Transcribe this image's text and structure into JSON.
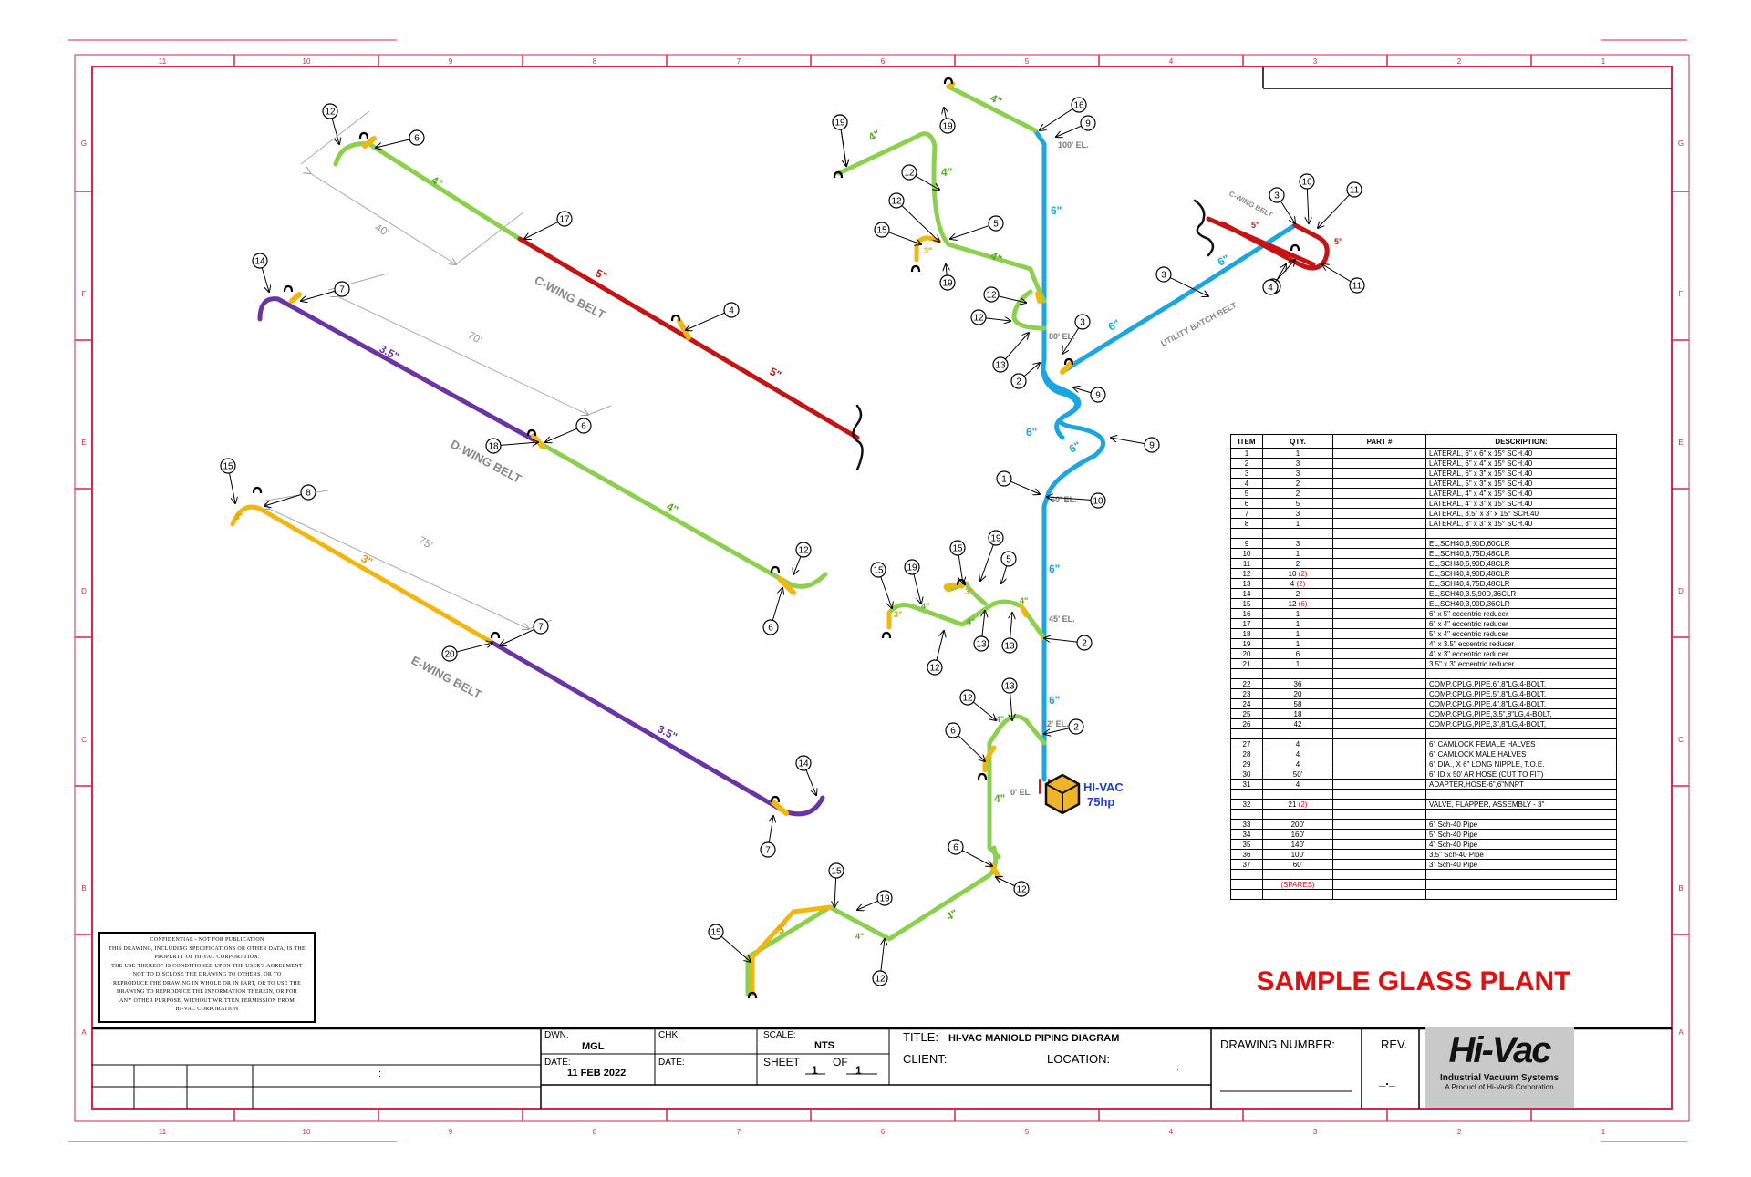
{
  "grid_numbers": [
    "11",
    "10",
    "9",
    "8",
    "7",
    "6",
    "5",
    "4",
    "3",
    "2",
    "1"
  ],
  "grid_letters": [
    "G",
    "F",
    "E",
    "D",
    "C",
    "B",
    "A"
  ],
  "belts": {
    "c_wing": "C-WING BELT",
    "d_wing": "D-WING BELT",
    "e_wing": "E-WING BELT",
    "c_wing_small": "C-WING BELT",
    "utility_batch": "UTILITY BATCH BELT"
  },
  "dimensions": {
    "d40": "40'",
    "d70": "70'",
    "d75": "75'"
  },
  "elevations": {
    "e100": "100' EL.",
    "e80": "80' EL.",
    "e60": "60' EL.",
    "e45": "45' EL.",
    "e12": "12' EL.",
    "e0": "0' EL."
  },
  "sizes": {
    "s6": "6\"",
    "s5": "5\"",
    "s4": "4\"",
    "s35": "3.5\"",
    "s3": "3\""
  },
  "colors": {
    "pipe_6": "#1aa6e0",
    "pipe_5": "#c41414",
    "pipe_4": "#8dcf4e",
    "pipe_35": "#6a35a3",
    "pipe_3": "#f2b70f",
    "border": "#d6274c",
    "title_red": "#e01010",
    "vacuum_blue": "#1f3fd6",
    "vacuum_gold": "#f0b429"
  },
  "vacuum": {
    "name": "HI-VAC",
    "power": "75hp"
  },
  "callouts": [
    "1",
    "2",
    "3",
    "4",
    "5",
    "6",
    "7",
    "8",
    "9",
    "10",
    "11",
    "12",
    "13",
    "14",
    "15",
    "16",
    "17",
    "18",
    "19",
    "20"
  ],
  "table": {
    "headers": [
      "ITEM",
      "QTY.",
      "PART #",
      "DESCRIPTION:"
    ],
    "rows": [
      [
        "1",
        "1",
        "",
        "LATERAL, 6\" x 6\" x 15° SCH.40"
      ],
      [
        "2",
        "3",
        "",
        "LATERAL, 6\" x 4\" x 15° SCH.40"
      ],
      [
        "3",
        "3",
        "",
        "LATERAL, 6\" x 3\" x 15° SCH.40"
      ],
      [
        "4",
        "2",
        "",
        "LATERAL, 5\" x 3\" x 15° SCH.40"
      ],
      [
        "5",
        "2",
        "",
        "LATERAL, 4\" x 4\" x 15° SCH.40"
      ],
      [
        "6",
        "5",
        "",
        "LATERAL, 4\" x 3\" x 15° SCH.40"
      ],
      [
        "7",
        "3",
        "",
        "LATERAL, 3.5\" x 3\" x 15° SCH.40"
      ],
      [
        "8",
        "1",
        "",
        "LATERAL, 3\" x 3\" x 15° SCH.40"
      ],
      [
        "",
        "",
        "",
        ""
      ],
      [
        "9",
        "3",
        "",
        "EL,SCH40,6,90D,60CLR"
      ],
      [
        "10",
        "1",
        "",
        "EL,SCH40,6,75D,48CLR"
      ],
      [
        "11",
        "2",
        "",
        "EL,SCH40,5,90D,48CLR"
      ],
      [
        "12",
        "10",
        "(2)",
        "EL,SCH40,4,90D,48CLR"
      ],
      [
        "13",
        "4",
        "(2)",
        "EL,SCH40,4,75D,48CLR"
      ],
      [
        "14",
        "2",
        "",
        "EL,SCH40,3.5,90D,36CLR"
      ],
      [
        "15",
        "12",
        "(6)",
        "EL,SCH40,3,90D,36CLR"
      ],
      [
        "16",
        "1",
        "",
        "6\" x 5\" eccentric reducer"
      ],
      [
        "17",
        "1",
        "",
        "6\" x 4\" eccentric reducer"
      ],
      [
        "18",
        "1",
        "",
        "5\" x 4\" eccentric reducer"
      ],
      [
        "19",
        "1",
        "",
        "4\" x 3.5\" eccentric reducer"
      ],
      [
        "20",
        "6",
        "",
        "4\" x 3\" eccentric reducer"
      ],
      [
        "21",
        "1",
        "",
        "3.5\" x 3\" eccentric reducer"
      ],
      [
        "",
        "",
        "",
        ""
      ],
      [
        "22",
        "36",
        "",
        "COMP.CPLG,PIPE,6\",8\"LG,4-BOLT,"
      ],
      [
        "23",
        "20",
        "",
        "COMP.CPLG,PIPE,5\",8\"LG,4-BOLT,"
      ],
      [
        "24",
        "58",
        "",
        "COMP.CPLG,PIPE,4\",8\"LG,4-BOLT,"
      ],
      [
        "25",
        "18",
        "",
        "COMP.CPLG,PIPE,3.5\",8\"LG,4-BOLT,"
      ],
      [
        "26",
        "42",
        "",
        "COMP.CPLG,PIPE,3\",8\"LG,4-BOLT,"
      ],
      [
        "",
        "",
        "",
        ""
      ],
      [
        "27",
        "4",
        "",
        "6\" CAMLOCK FEMALE HALVES"
      ],
      [
        "28",
        "4",
        "",
        "6\" CAMLOCK MALE HALVES"
      ],
      [
        "29",
        "4",
        "",
        "6\" DIA., X 6\" LONG NIPPLE, T.O.E."
      ],
      [
        "30",
        "50'",
        "",
        "6\" ID x 50' AR HOSE (CUT TO FIT)"
      ],
      [
        "31",
        "4",
        "",
        "ADAPTER,HOSE-6\",6\"NNPT"
      ],
      [
        "",
        "",
        "",
        ""
      ],
      [
        "32",
        "21",
        "(2)",
        "VALVE, FLAPPER, ASSEMBLY - 3\""
      ],
      [
        "",
        "",
        "",
        ""
      ],
      [
        "33",
        "200'",
        "",
        "6\" Sch-40 Pipe"
      ],
      [
        "34",
        "160'",
        "",
        "5\" Sch-40 Pipe"
      ],
      [
        "35",
        "140'",
        "",
        "4\" Sch-40 Pipe"
      ],
      [
        "36",
        "100'",
        "",
        "3.5\" Sch-40 Pipe"
      ],
      [
        "37",
        "60'",
        "",
        "3\" Sch-40 Pipe"
      ],
      [
        "",
        "",
        "",
        ""
      ],
      [
        "",
        "(SPARES)",
        "",
        ""
      ],
      [
        "",
        "",
        "",
        ""
      ]
    ]
  },
  "plant_title": "SAMPLE GLASS PLANT",
  "confidential": [
    "Confidential - Not for Publication",
    "This drawing, including specifications or other data, is the",
    "property of Hi-Vac Corporation.",
    "The use thereof is conditioned upon the user's agreement",
    "not to disclose the drawing to others, or to",
    "reproduce the drawing in whole or in part, or to use the",
    "drawing to reproduce the information therein, or for",
    "any other purpose, without written permission from",
    "Hi-Vac Corporation"
  ],
  "title_block": {
    "dwn_label": "DWN.",
    "dwn": "MGL",
    "chk_label": "CHK.",
    "scale_label": "SCALE:",
    "scale": "NTS",
    "date_label": "DATE:",
    "date": "11 FEB 2022",
    "date2_label": "DATE:",
    "sheet_label": "SHEET",
    "sheet": "1",
    "of_label": "OF",
    "of": "1",
    "title_label": "TITLE:",
    "title": "HI-VAC MANIOLD PIPING DIAGRAM",
    "client_label": "CLIENT:",
    "location_label": "LOCATION:",
    "drawing_number_label": "DRAWING NUMBER:",
    "rev_label": "REV.",
    "rev": "_._",
    "colon": ":",
    "comma": ","
  },
  "logo": {
    "name": "Hi-Vac",
    "sub": "Industrial Vacuum Systems",
    "tag": "A Product of Hi-Vac® Corporation"
  }
}
